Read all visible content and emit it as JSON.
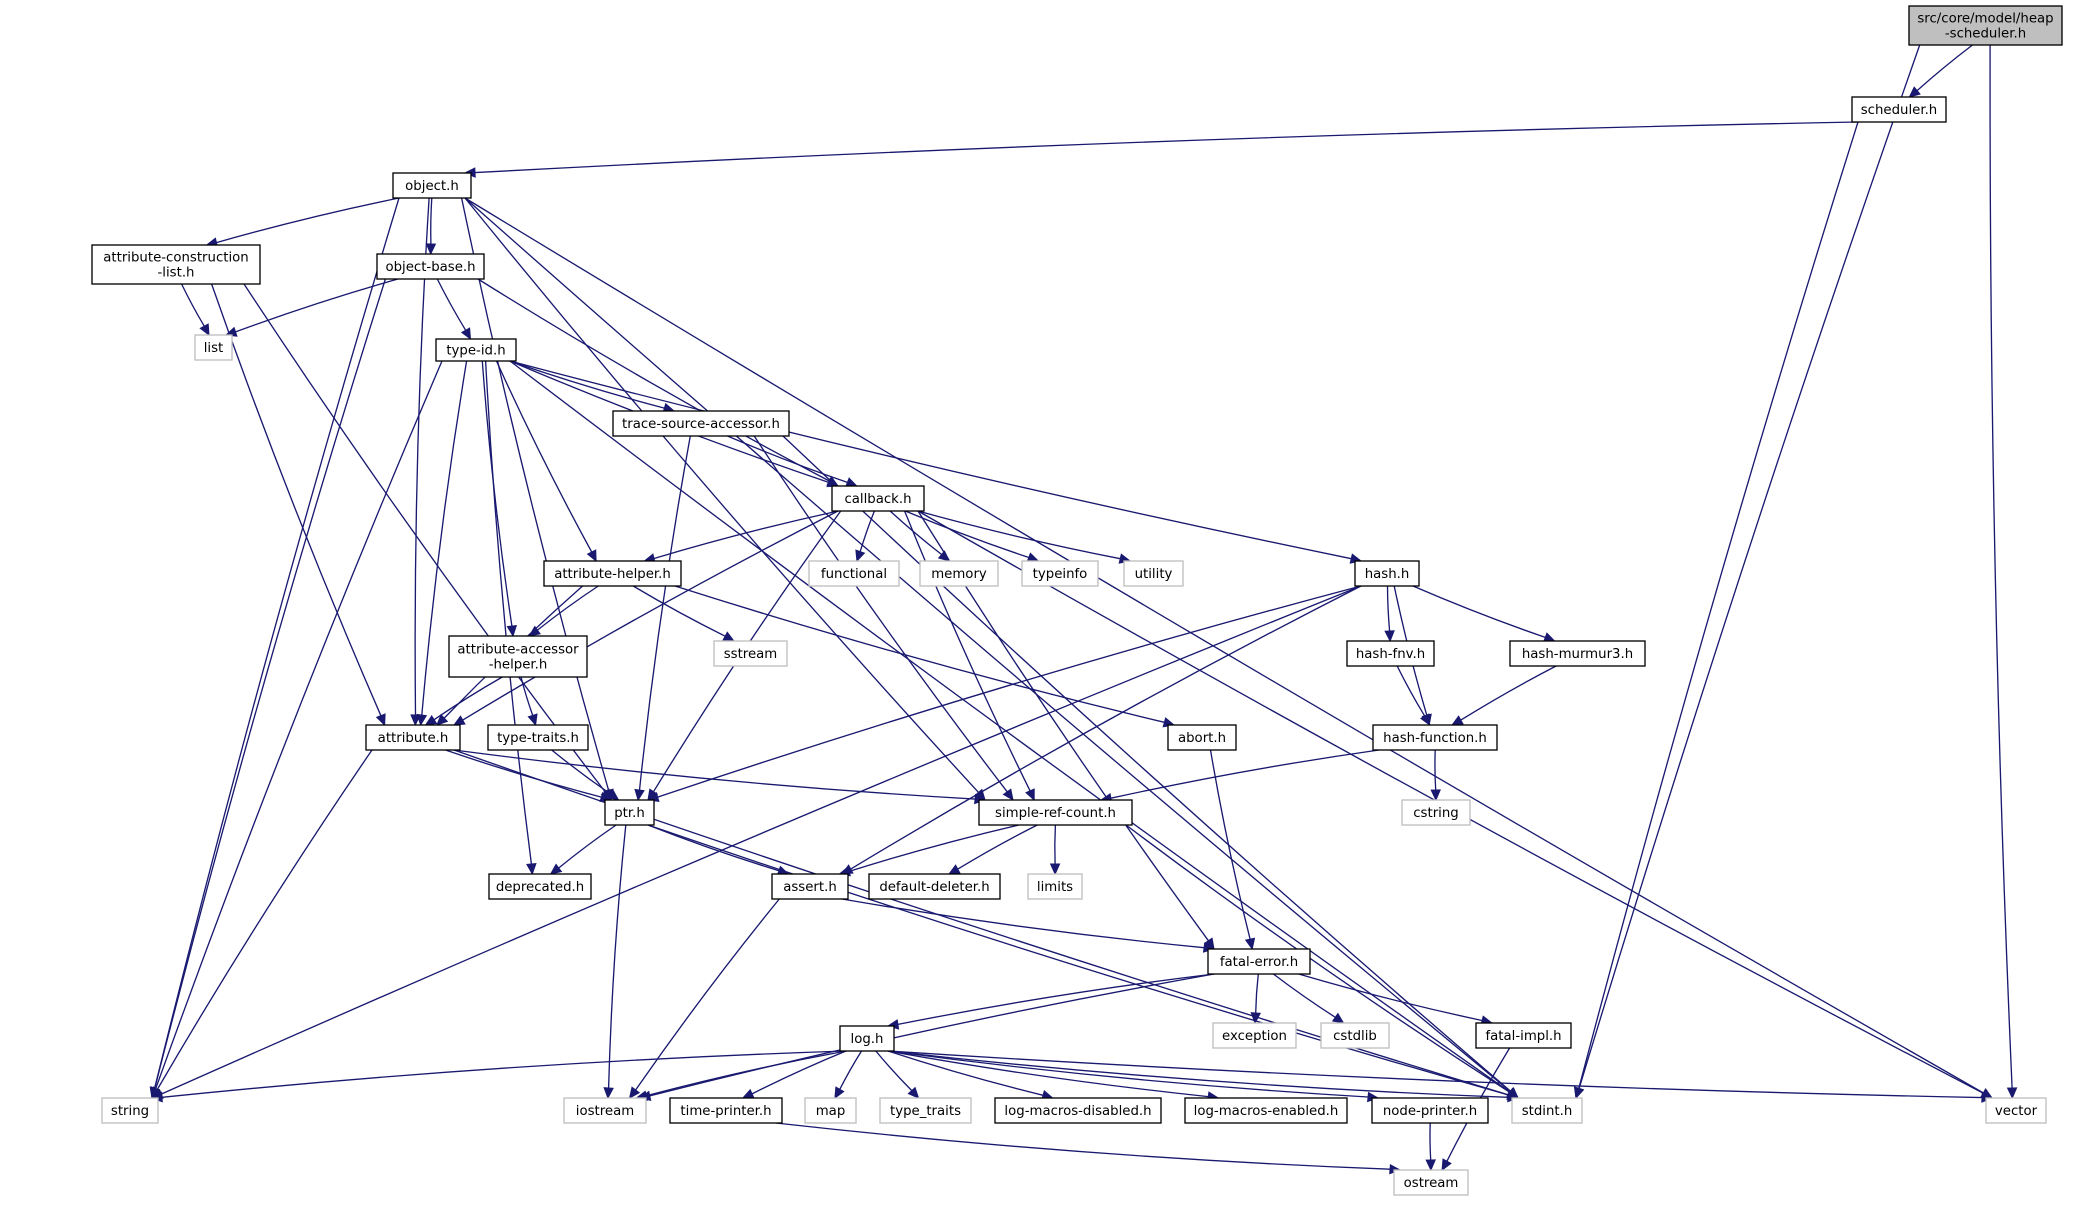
{
  "graph_title": "",
  "colors": {
    "edge": "#191970",
    "root_fill": "#bfbfbf",
    "header_border": "#000000",
    "system_border": "#bfbfbf"
  },
  "nodes": [
    {
      "id": "root",
      "label": [
        "src/core/model/heap",
        "-scheduler.h"
      ],
      "kind": "root"
    },
    {
      "id": "scheduler",
      "label": [
        "scheduler.h"
      ],
      "kind": "header"
    },
    {
      "id": "object",
      "label": [
        "object.h"
      ],
      "kind": "header"
    },
    {
      "id": "attrcons",
      "label": [
        "attribute-construction",
        "-list.h"
      ],
      "kind": "header"
    },
    {
      "id": "objbase",
      "label": [
        "object-base.h"
      ],
      "kind": "header"
    },
    {
      "id": "list",
      "label": [
        "list"
      ],
      "kind": "system"
    },
    {
      "id": "typeid",
      "label": [
        "type-id.h"
      ],
      "kind": "header"
    },
    {
      "id": "tsa",
      "label": [
        "trace-source-accessor.h"
      ],
      "kind": "header"
    },
    {
      "id": "callback",
      "label": [
        "callback.h"
      ],
      "kind": "header"
    },
    {
      "id": "functional",
      "label": [
        "functional"
      ],
      "kind": "system"
    },
    {
      "id": "memory",
      "label": [
        "memory"
      ],
      "kind": "system"
    },
    {
      "id": "typeinfo",
      "label": [
        "typeinfo"
      ],
      "kind": "system"
    },
    {
      "id": "utility",
      "label": [
        "utility"
      ],
      "kind": "system"
    },
    {
      "id": "hash",
      "label": [
        "hash.h"
      ],
      "kind": "header"
    },
    {
      "id": "attrhelper",
      "label": [
        "attribute-helper.h"
      ],
      "kind": "header"
    },
    {
      "id": "sstream",
      "label": [
        "sstream"
      ],
      "kind": "system"
    },
    {
      "id": "attracc",
      "label": [
        "attribute-accessor",
        "-helper.h"
      ],
      "kind": "header"
    },
    {
      "id": "hashfnv",
      "label": [
        "hash-fnv.h"
      ],
      "kind": "header"
    },
    {
      "id": "hashmur",
      "label": [
        "hash-murmur3.h"
      ],
      "kind": "header"
    },
    {
      "id": "attribute",
      "label": [
        "attribute.h"
      ],
      "kind": "header"
    },
    {
      "id": "typetraits",
      "label": [
        "type-traits.h"
      ],
      "kind": "header"
    },
    {
      "id": "abort",
      "label": [
        "abort.h"
      ],
      "kind": "header"
    },
    {
      "id": "hashfunc",
      "label": [
        "hash-function.h"
      ],
      "kind": "header"
    },
    {
      "id": "ptr",
      "label": [
        "ptr.h"
      ],
      "kind": "header"
    },
    {
      "id": "src",
      "label": [
        "simple-ref-count.h"
      ],
      "kind": "header"
    },
    {
      "id": "cstring",
      "label": [
        "cstring"
      ],
      "kind": "system"
    },
    {
      "id": "deprecated",
      "label": [
        "deprecated.h"
      ],
      "kind": "header"
    },
    {
      "id": "assert",
      "label": [
        "assert.h"
      ],
      "kind": "header"
    },
    {
      "id": "defdel",
      "label": [
        "default-deleter.h"
      ],
      "kind": "header"
    },
    {
      "id": "limits",
      "label": [
        "limits"
      ],
      "kind": "system"
    },
    {
      "id": "fatalerr",
      "label": [
        "fatal-error.h"
      ],
      "kind": "header"
    },
    {
      "id": "exception",
      "label": [
        "exception"
      ],
      "kind": "system"
    },
    {
      "id": "cstdlib",
      "label": [
        "cstdlib"
      ],
      "kind": "system"
    },
    {
      "id": "fatalimpl",
      "label": [
        "fatal-impl.h"
      ],
      "kind": "header"
    },
    {
      "id": "log",
      "label": [
        "log.h"
      ],
      "kind": "header"
    },
    {
      "id": "string",
      "label": [
        "string"
      ],
      "kind": "system"
    },
    {
      "id": "iostream",
      "label": [
        "iostream"
      ],
      "kind": "system"
    },
    {
      "id": "timeprinter",
      "label": [
        "time-printer.h"
      ],
      "kind": "header"
    },
    {
      "id": "map",
      "label": [
        "map"
      ],
      "kind": "system"
    },
    {
      "id": "type_traits",
      "label": [
        "type_traits"
      ],
      "kind": "system"
    },
    {
      "id": "logdis",
      "label": [
        "log-macros-disabled.h"
      ],
      "kind": "header"
    },
    {
      "id": "logen",
      "label": [
        "log-macros-enabled.h"
      ],
      "kind": "header"
    },
    {
      "id": "nodeprinter",
      "label": [
        "node-printer.h"
      ],
      "kind": "header"
    },
    {
      "id": "stdint",
      "label": [
        "stdint.h"
      ],
      "kind": "system"
    },
    {
      "id": "vector",
      "label": [
        "vector"
      ],
      "kind": "system"
    },
    {
      "id": "ostream",
      "label": [
        "ostream"
      ],
      "kind": "system"
    }
  ],
  "edges": [
    [
      "root",
      "scheduler"
    ],
    [
      "root",
      "stdint"
    ],
    [
      "root",
      "vector"
    ],
    [
      "scheduler",
      "object"
    ],
    [
      "scheduler",
      "stdint"
    ],
    [
      "object",
      "attrcons"
    ],
    [
      "object",
      "objbase"
    ],
    [
      "object",
      "ptr"
    ],
    [
      "object",
      "attribute"
    ],
    [
      "object",
      "src"
    ],
    [
      "object",
      "string"
    ],
    [
      "object",
      "vector"
    ],
    [
      "object",
      "stdint"
    ],
    [
      "attrcons",
      "attribute"
    ],
    [
      "attrcons",
      "ptr"
    ],
    [
      "attrcons",
      "list"
    ],
    [
      "objbase",
      "typeid"
    ],
    [
      "objbase",
      "callback"
    ],
    [
      "objbase",
      "list"
    ],
    [
      "objbase",
      "string"
    ],
    [
      "typeid",
      "attribute"
    ],
    [
      "typeid",
      "attracc"
    ],
    [
      "typeid",
      "attrhelper"
    ],
    [
      "typeid",
      "tsa"
    ],
    [
      "typeid",
      "callback"
    ],
    [
      "typeid",
      "deprecated"
    ],
    [
      "typeid",
      "hash"
    ],
    [
      "typeid",
      "string"
    ],
    [
      "typeid",
      "stdint"
    ],
    [
      "tsa",
      "callback"
    ],
    [
      "tsa",
      "ptr"
    ],
    [
      "tsa",
      "src"
    ],
    [
      "tsa",
      "stdint"
    ],
    [
      "callback",
      "attrhelper"
    ],
    [
      "callback",
      "attribute"
    ],
    [
      "callback",
      "ptr"
    ],
    [
      "callback",
      "src"
    ],
    [
      "callback",
      "functional"
    ],
    [
      "callback",
      "memory"
    ],
    [
      "callback",
      "typeinfo"
    ],
    [
      "callback",
      "utility"
    ],
    [
      "callback",
      "fatalerr"
    ],
    [
      "callback",
      "vector"
    ],
    [
      "attrhelper",
      "attracc"
    ],
    [
      "attrhelper",
      "attribute"
    ],
    [
      "attrhelper",
      "sstream"
    ],
    [
      "attrhelper",
      "abort"
    ],
    [
      "attracc",
      "attribute"
    ],
    [
      "attracc",
      "typetraits"
    ],
    [
      "attribute",
      "ptr"
    ],
    [
      "attribute",
      "src"
    ],
    [
      "attribute",
      "string"
    ],
    [
      "attribute",
      "stdint"
    ],
    [
      "typetraits",
      "ptr"
    ],
    [
      "hash",
      "hashfnv"
    ],
    [
      "hash",
      "hashmur"
    ],
    [
      "hash",
      "hashfunc"
    ],
    [
      "hash",
      "assert"
    ],
    [
      "hash",
      "ptr"
    ],
    [
      "hash",
      "string"
    ],
    [
      "hashfnv",
      "hashfunc"
    ],
    [
      "hashmur",
      "hashfunc"
    ],
    [
      "hashfunc",
      "src"
    ],
    [
      "hashfunc",
      "cstring"
    ],
    [
      "abort",
      "fatalerr"
    ],
    [
      "ptr",
      "deprecated"
    ],
    [
      "ptr",
      "assert"
    ],
    [
      "ptr",
      "iostream"
    ],
    [
      "ptr",
      "stdint"
    ],
    [
      "src",
      "assert"
    ],
    [
      "src",
      "defdel"
    ],
    [
      "src",
      "limits"
    ],
    [
      "src",
      "stdint"
    ],
    [
      "assert",
      "fatalerr"
    ],
    [
      "assert",
      "iostream"
    ],
    [
      "fatalerr",
      "log"
    ],
    [
      "fatalerr",
      "fatalimpl"
    ],
    [
      "fatalerr",
      "exception"
    ],
    [
      "fatalerr",
      "cstdlib"
    ],
    [
      "fatalerr",
      "iostream"
    ],
    [
      "fatalimpl",
      "ostream"
    ],
    [
      "log",
      "string"
    ],
    [
      "log",
      "iostream"
    ],
    [
      "log",
      "timeprinter"
    ],
    [
      "log",
      "map"
    ],
    [
      "log",
      "type_traits"
    ],
    [
      "log",
      "logdis"
    ],
    [
      "log",
      "logen"
    ],
    [
      "log",
      "nodeprinter"
    ],
    [
      "log",
      "stdint"
    ],
    [
      "log",
      "vector"
    ],
    [
      "timeprinter",
      "ostream"
    ],
    [
      "nodeprinter",
      "ostream"
    ]
  ]
}
